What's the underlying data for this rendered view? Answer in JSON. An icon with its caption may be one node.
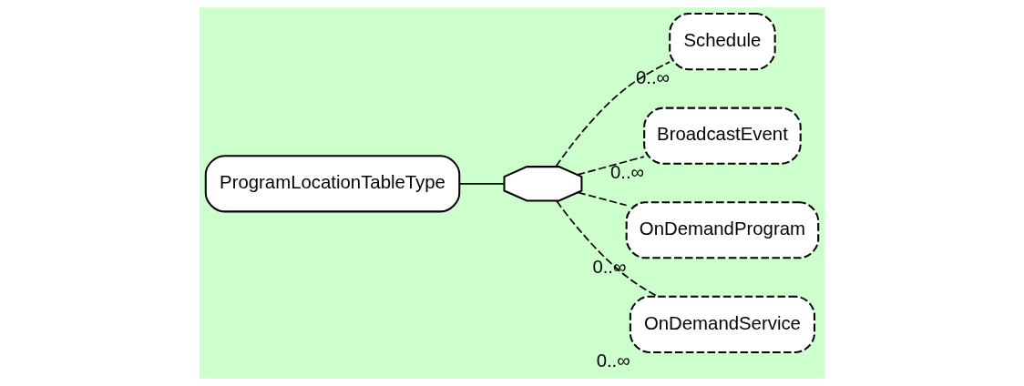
{
  "diagram": {
    "nodes": [
      {
        "text": [
          "ProgramLocationTableType"
        ]
      },
      {
        "text": [],
        "shape": "octagon"
      },
      {
        "text": [
          "Schedule"
        ],
        "beside": [
          "0..∞"
        ]
      },
      {
        "text": [
          "BroadcastEvent"
        ],
        "beside": [
          "0..∞"
        ]
      },
      {
        "text": [
          "OnDemandProgram"
        ],
        "beside": [
          "0..∞"
        ]
      },
      {
        "text": [
          "OnDemandService"
        ],
        "beside": [
          "0..∞"
        ]
      }
    ],
    "edges": [
      {
        "from": 0,
        "to": 1,
        "arrow": "none"
      },
      {
        "from": 1,
        "to": 2,
        "arrow": "none",
        "style": "dashed"
      },
      {
        "from": 1,
        "to": 3,
        "arrow": "none",
        "style": "dashed"
      },
      {
        "from": 1,
        "to": 4,
        "arrow": "none",
        "style": "dashed"
      },
      {
        "from": 1,
        "to": 5,
        "arrow": "none",
        "style": "dashed"
      }
    ]
  }
}
